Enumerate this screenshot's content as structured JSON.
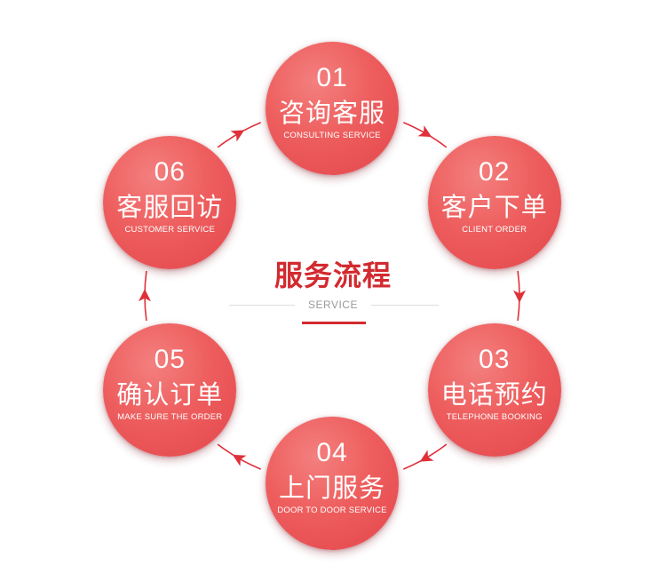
{
  "center": {
    "title": "服务流程",
    "subtitle": "SERVICE"
  },
  "colors": {
    "circle": "#ee5e5e",
    "arrow": "#e0303a",
    "title": "#d22a2f"
  },
  "steps": [
    {
      "num": "01",
      "cn": "咨询客服",
      "en": "CONSULTING SERVICE"
    },
    {
      "num": "02",
      "cn": "客户下单",
      "en": "CLIENT ORDER"
    },
    {
      "num": "03",
      "cn": "电话预约",
      "en": "TELEPHONE BOOKING"
    },
    {
      "num": "04",
      "cn": "上门服务",
      "en": "DOOR TO DOOR SERVICE"
    },
    {
      "num": "05",
      "cn": "确认订单",
      "en": "MAKE SURE THE ORDER"
    },
    {
      "num": "06",
      "cn": "客服回访",
      "en": "CUSTOMER SERVICE"
    }
  ]
}
